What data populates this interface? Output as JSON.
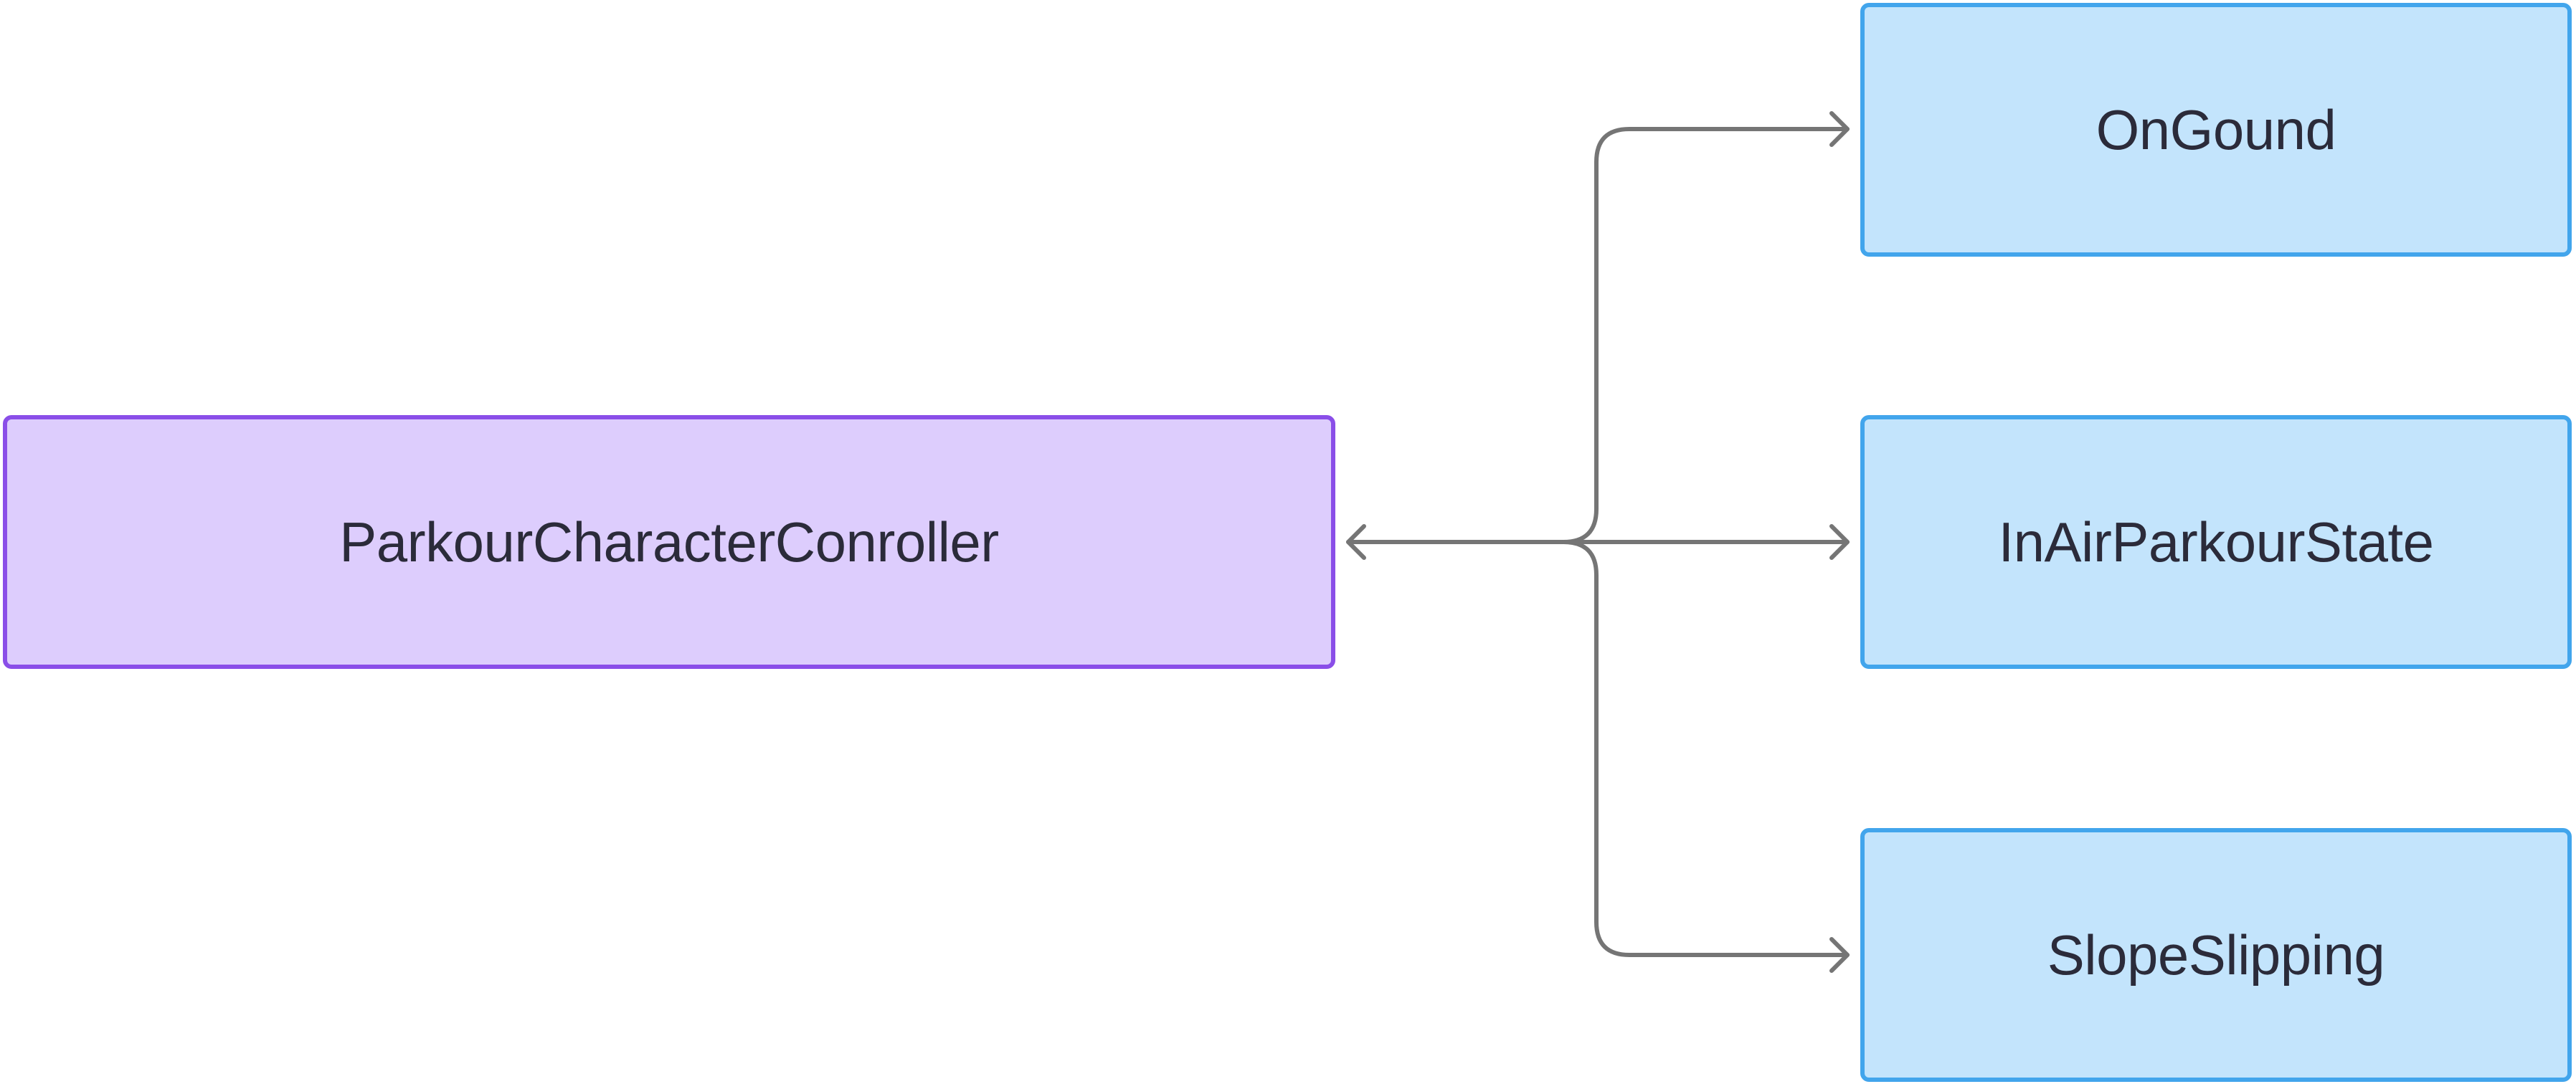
{
  "colors": {
    "source_fill": "#ddcdfd",
    "source_border": "#8a4ee8",
    "target_fill": "#c3e4fc",
    "target_border": "#42a5ec",
    "connector": "#757575"
  },
  "diagram": {
    "source": {
      "label": "ParkourCharacterConroller"
    },
    "targets": [
      {
        "label": "OnGound"
      },
      {
        "label": "InAirParkourState"
      },
      {
        "label": "SlopeSlipping"
      }
    ]
  }
}
